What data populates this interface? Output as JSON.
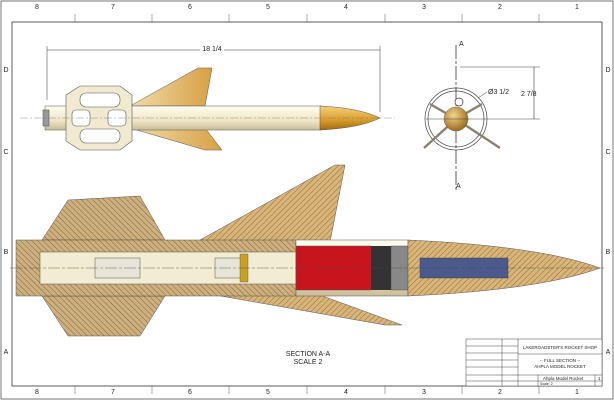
{
  "zones": {
    "columns": [
      "8",
      "7",
      "6",
      "5",
      "4",
      "3",
      "2",
      "1"
    ],
    "rows": [
      "D",
      "C",
      "B",
      "A"
    ]
  },
  "dimensions": {
    "length": "18 1/4",
    "diameter": "Ø3 1/2",
    "height": "2 7/8"
  },
  "section_markers": {
    "top": "A",
    "bottom": "A"
  },
  "section_caption": {
    "title": "SECTION A-A",
    "scale": "SCALE 2"
  },
  "title_block": {
    "company": "LAKEROADSTER'S ROCKET SHOP",
    "title_line1": "-- FULL SECTION --",
    "title_line2": "AHPLA MODEL ROCKET",
    "part_name": "Ahpla Model Rocket",
    "scale": "Scale: 2",
    "sheet": "1"
  },
  "colors": {
    "wood": "#d9b57a",
    "body": "#f2ecd2",
    "nose": "#e0a93a",
    "motor": "#c8141c",
    "payload": "#4a5a8c"
  }
}
